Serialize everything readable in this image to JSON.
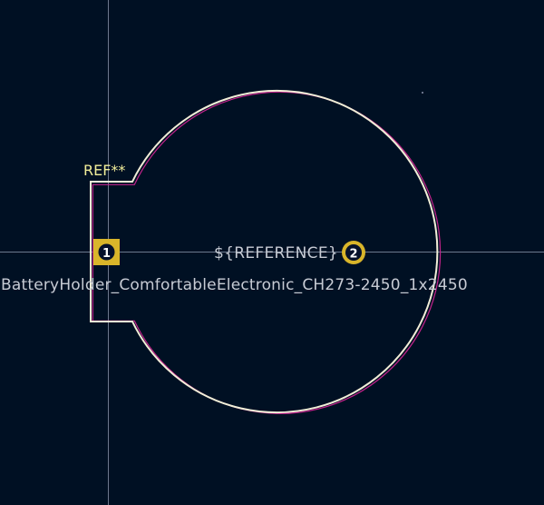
{
  "footprint": {
    "ref_designator": "REF**",
    "reference_field": "${REFERENCE}",
    "value_name": "BatteryHolder_ComfortableElectronic_CH273-2450_1x2450"
  },
  "pads": [
    {
      "number": "1",
      "shape": "square"
    },
    {
      "number": "2",
      "shape": "round"
    }
  ],
  "colors": {
    "background": "#001023",
    "crosshair": "#8a93a8",
    "courtyard": "#c2238c",
    "outline": "#f2eed8",
    "silkscreen_text": "#f2ee9a",
    "fab_text": "#c7cbd4",
    "pad": "#d9b52a",
    "pad_label_bg": "#06112b",
    "pad_label_text": "#ffffff"
  }
}
